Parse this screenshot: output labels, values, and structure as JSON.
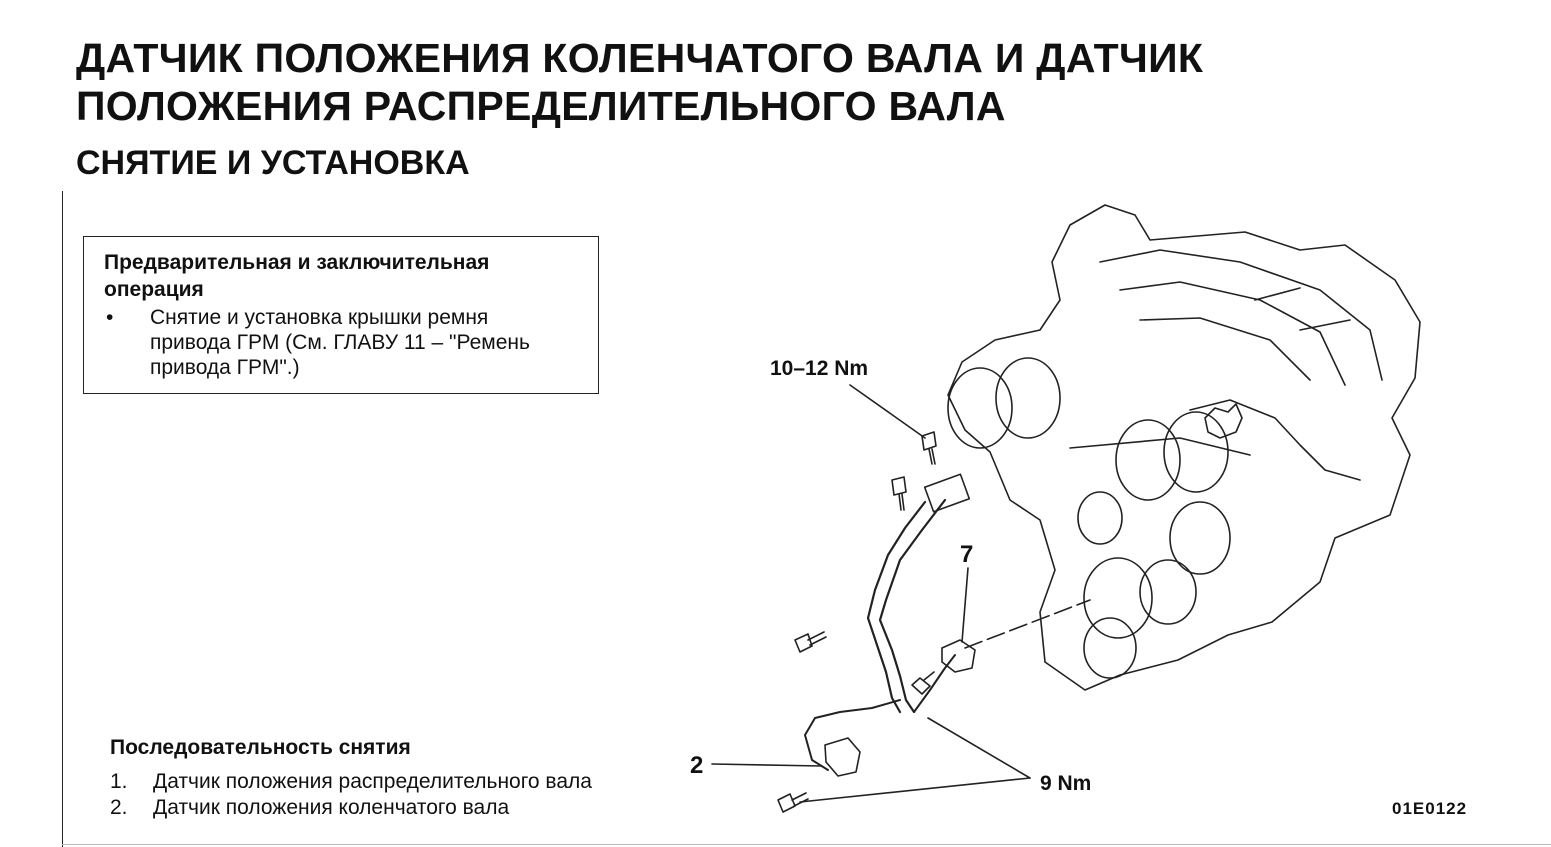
{
  "title_line1": "ДАТЧИК ПОЛОЖЕНИЯ КОЛЕНЧАТОГО ВАЛА И ДАТЧИК",
  "title_line2": "ПОЛОЖЕНИЯ РАСПРЕДЕЛИТЕЛЬНОГО ВАЛА",
  "subtitle": "СНЯТИЕ И УСТАНОВКА",
  "infobox": {
    "heading_line1": "Предварительная и заключительная",
    "heading_line2": "операция",
    "bullet": "•",
    "item_line1": "Снятие и установка крышки ремня",
    "item_line2": "привода ГРМ (См. ГЛАВУ 11 – \"Ремень",
    "item_line3": "привода ГРМ\".)"
  },
  "sequence": {
    "heading": "Последовательность снятия",
    "items": [
      {
        "num": "1.",
        "text": "Датчик положения распределительного вала"
      },
      {
        "num": "2.",
        "text": "Датчик положения коленчатого вала"
      }
    ]
  },
  "diagram": {
    "torque_upper": "10–12 Nm",
    "torque_lower": "9 Nm",
    "callout_7": "7",
    "callout_2": "2",
    "code": "01E0122"
  }
}
